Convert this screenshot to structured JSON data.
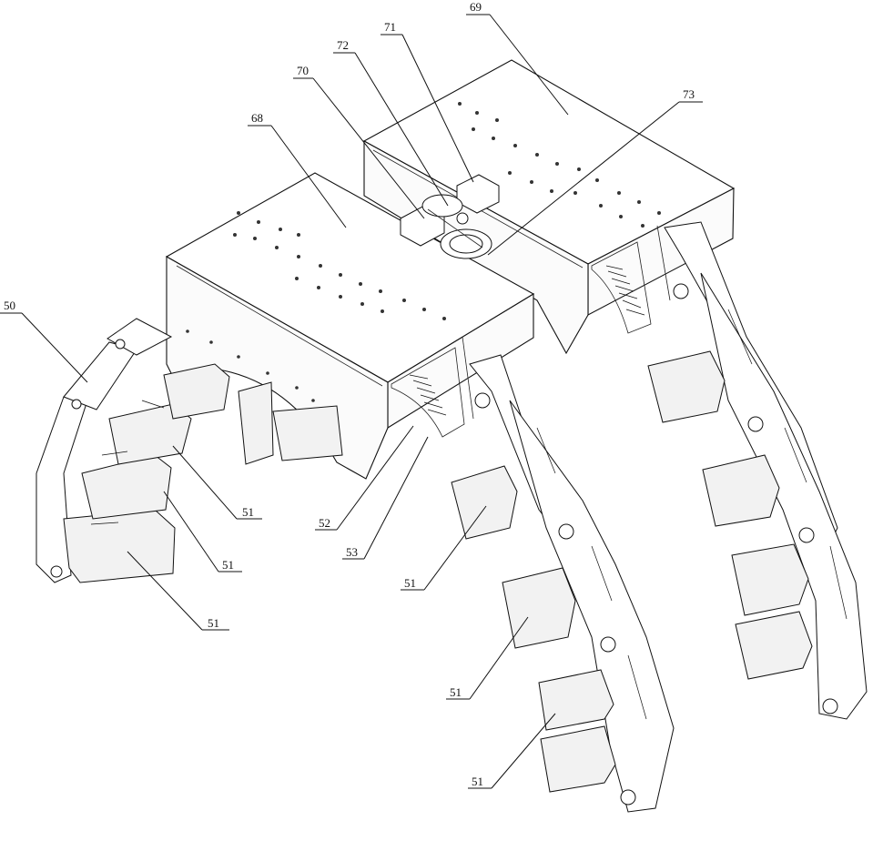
{
  "figure": {
    "reference_labels": [
      {
        "id": "label-50",
        "text": "50"
      },
      {
        "id": "label-51a",
        "text": "51"
      },
      {
        "id": "label-51b",
        "text": "51"
      },
      {
        "id": "label-51c",
        "text": "51"
      },
      {
        "id": "label-51d",
        "text": "51"
      },
      {
        "id": "label-51e",
        "text": "51"
      },
      {
        "id": "label-51f",
        "text": "51"
      },
      {
        "id": "label-52",
        "text": "52"
      },
      {
        "id": "label-53",
        "text": "53"
      },
      {
        "id": "label-68",
        "text": "68"
      },
      {
        "id": "label-69",
        "text": "69"
      },
      {
        "id": "label-70",
        "text": "70"
      },
      {
        "id": "label-71",
        "text": "71"
      },
      {
        "id": "label-72",
        "text": "72"
      },
      {
        "id": "label-73",
        "text": "73"
      }
    ]
  }
}
